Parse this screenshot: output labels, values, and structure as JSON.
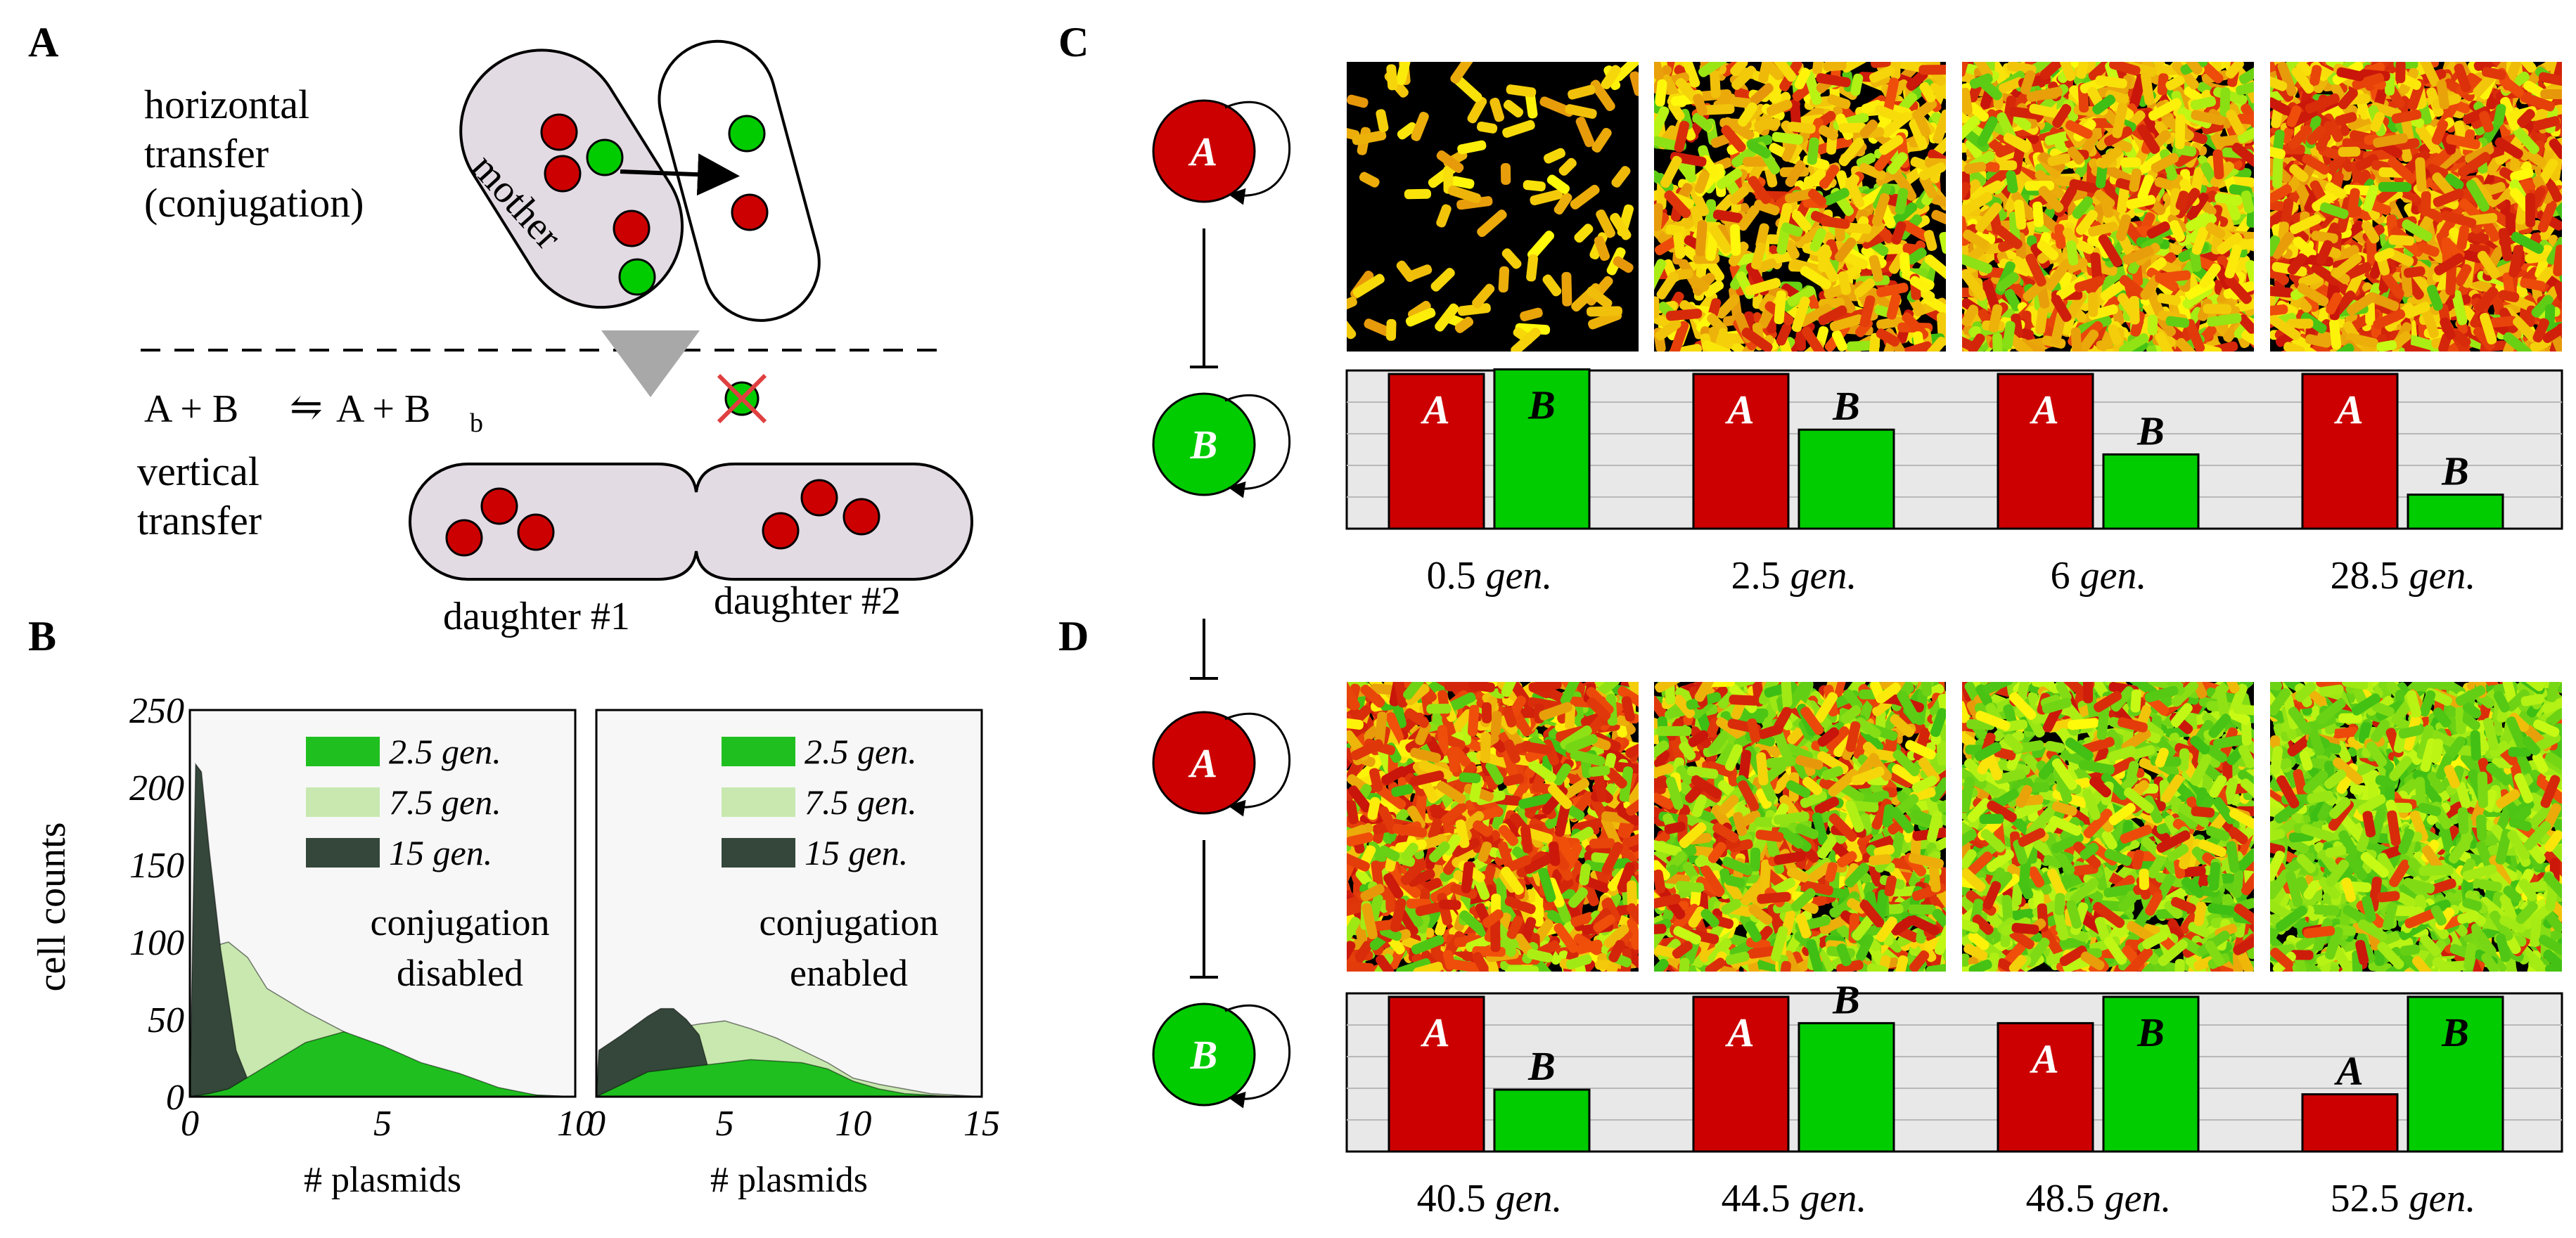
{
  "panels": {
    "a": {
      "label": "A",
      "horizontal_line1": "horizontal",
      "horizontal_line2": "transfer",
      "horizontal_line3": "(conjugation)",
      "mother": "mother",
      "reaction_left": "A + B",
      "reaction_right": "A + B",
      "reaction_sub": "b",
      "vertical_line1": "vertical",
      "vertical_line2": "transfer",
      "daughter1": "daughter #1",
      "daughter2": "daughter #2"
    },
    "b": {
      "label": "B"
    },
    "c": {
      "label": "C"
    },
    "d": {
      "label": "D"
    }
  },
  "colors": {
    "plasmid_a": "#cc0000",
    "plasmid_b": "#00cc00",
    "cell_fill": "#e3dbe3",
    "hist_2_5": "#1fbf1f",
    "hist_7_5": "#c8e8b0",
    "hist_15": "#34473a",
    "bar_panel_bg": "#e8e8e8"
  },
  "chart_data": [
    {
      "id": "b-left",
      "type": "area",
      "ylabel": "cell counts",
      "xlabel": "# plasmids",
      "xlim": [
        0,
        10
      ],
      "ylim": [
        0,
        250
      ],
      "xticks": [
        "0",
        "5",
        "10"
      ],
      "yticks": [
        "0",
        "50",
        "100",
        "150",
        "200",
        "250"
      ],
      "annotation_line1": "conjugation",
      "annotation_line2": "disabled",
      "series": [
        {
          "name": "2.5 gen.",
          "x": [
            0,
            0.5,
            1,
            2,
            3,
            4,
            5,
            6,
            7,
            8,
            9,
            10
          ],
          "y": [
            0,
            2,
            5,
            20,
            35,
            42,
            33,
            22,
            15,
            6,
            1,
            0
          ]
        },
        {
          "name": "7.5 gen.",
          "x": [
            0,
            0.3,
            1,
            1.5,
            2,
            3,
            4,
            5,
            6,
            7,
            8,
            9,
            10
          ],
          "y": [
            0,
            95,
            100,
            90,
            70,
            55,
            42,
            30,
            18,
            10,
            4,
            1,
            0
          ]
        },
        {
          "name": "15 gen.",
          "x": [
            0,
            0.15,
            0.3,
            0.5,
            0.8,
            1.2,
            1.6,
            2,
            3,
            4,
            5,
            6,
            7,
            8,
            9,
            10
          ],
          "y": [
            0,
            215,
            210,
            160,
            95,
            30,
            5,
            0,
            0,
            0,
            0,
            0,
            0,
            0,
            0,
            0
          ]
        }
      ]
    },
    {
      "id": "b-right",
      "type": "area",
      "xlabel": "# plasmids",
      "xlim": [
        0,
        15
      ],
      "ylim": [
        0,
        250
      ],
      "xticks": [
        "0",
        "5",
        "10",
        "15"
      ],
      "annotation_line1": "conjugation",
      "annotation_line2": "enabled",
      "series": [
        {
          "name": "2.5 gen.",
          "x": [
            0,
            1,
            2,
            3,
            4,
            5,
            6,
            7,
            8,
            9,
            10,
            11,
            12,
            13,
            14,
            15
          ],
          "y": [
            0,
            8,
            16,
            18,
            20,
            22,
            24,
            23,
            22,
            18,
            10,
            5,
            2,
            1,
            0,
            0
          ]
        },
        {
          "name": "7.5 gen.",
          "x": [
            0,
            0.2,
            1,
            2,
            3,
            4,
            5,
            6,
            7,
            8,
            9,
            10,
            11,
            12,
            13,
            14,
            15
          ],
          "y": [
            0,
            20,
            28,
            38,
            44,
            47,
            49,
            44,
            38,
            30,
            22,
            12,
            8,
            5,
            2,
            1,
            0
          ]
        },
        {
          "name": "15 gen.",
          "x": [
            0,
            0.1,
            1,
            2,
            2.5,
            3,
            3.5,
            4,
            4.5,
            5,
            15
          ],
          "y": [
            0,
            30,
            40,
            52,
            57,
            57,
            50,
            40,
            10,
            0,
            0
          ]
        }
      ]
    },
    {
      "id": "c-bars",
      "type": "bar",
      "series_labels": [
        "A",
        "B"
      ],
      "groups": [
        {
          "label_num": "0.5",
          "label_unit": "gen.",
          "A": 1.0,
          "B": 1.03
        },
        {
          "label_num": "2.5",
          "label_unit": "gen.",
          "A": 1.0,
          "B": 0.64
        },
        {
          "label_num": "6",
          "label_unit": "gen.",
          "A": 1.0,
          "B": 0.48
        },
        {
          "label_num": "28.5",
          "label_unit": "gen.",
          "A": 1.0,
          "B": 0.22
        }
      ]
    },
    {
      "id": "d-bars",
      "type": "bar",
      "series_labels": [
        "A",
        "B"
      ],
      "groups": [
        {
          "label_num": "40.5",
          "label_unit": "gen.",
          "A": 1.0,
          "B": 0.4
        },
        {
          "label_num": "44.5",
          "label_unit": "gen.",
          "A": 1.0,
          "B": 0.83
        },
        {
          "label_num": "48.5",
          "label_unit": "gen.",
          "A": 0.83,
          "B": 1.0
        },
        {
          "label_num": "52.5",
          "label_unit": "gen.",
          "A": 0.37,
          "B": 1.0
        }
      ]
    }
  ],
  "circuit": {
    "node_a": "A",
    "node_b": "B"
  },
  "snapshots": {
    "c_green_fraction": [
      0.0,
      0.12,
      0.22,
      0.1
    ],
    "c_red_fraction": [
      0.0,
      0.2,
      0.25,
      0.5
    ],
    "d_green_fraction": [
      0.25,
      0.5,
      0.65,
      0.85
    ],
    "d_red_fraction": [
      0.5,
      0.3,
      0.2,
      0.08
    ]
  }
}
